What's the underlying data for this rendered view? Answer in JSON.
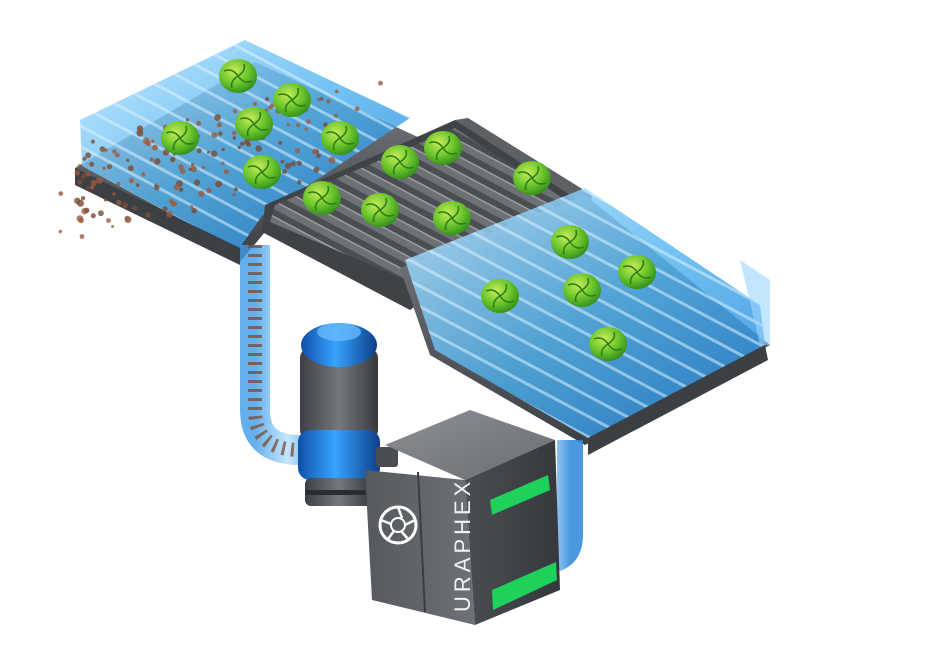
{
  "brand": {
    "name": "URAPHEX",
    "logo_icon": "aperture-swirl-logo"
  },
  "scene": {
    "subject": "produce-wash-conveyor-system",
    "colors": {
      "water": "#3aa3e6",
      "water_light": "#8fd0ff",
      "frame": "#5a5d63",
      "frame_dark": "#3c3f44",
      "housing": "#6b6e73",
      "housing_dark": "#4a4d52",
      "accent_green": "#1fd15a",
      "cabbage": "#5fbf2a",
      "cabbage_light": "#a9dc3a",
      "debris": "#7a4a35",
      "motor_blue": "#1e7fe0"
    }
  }
}
